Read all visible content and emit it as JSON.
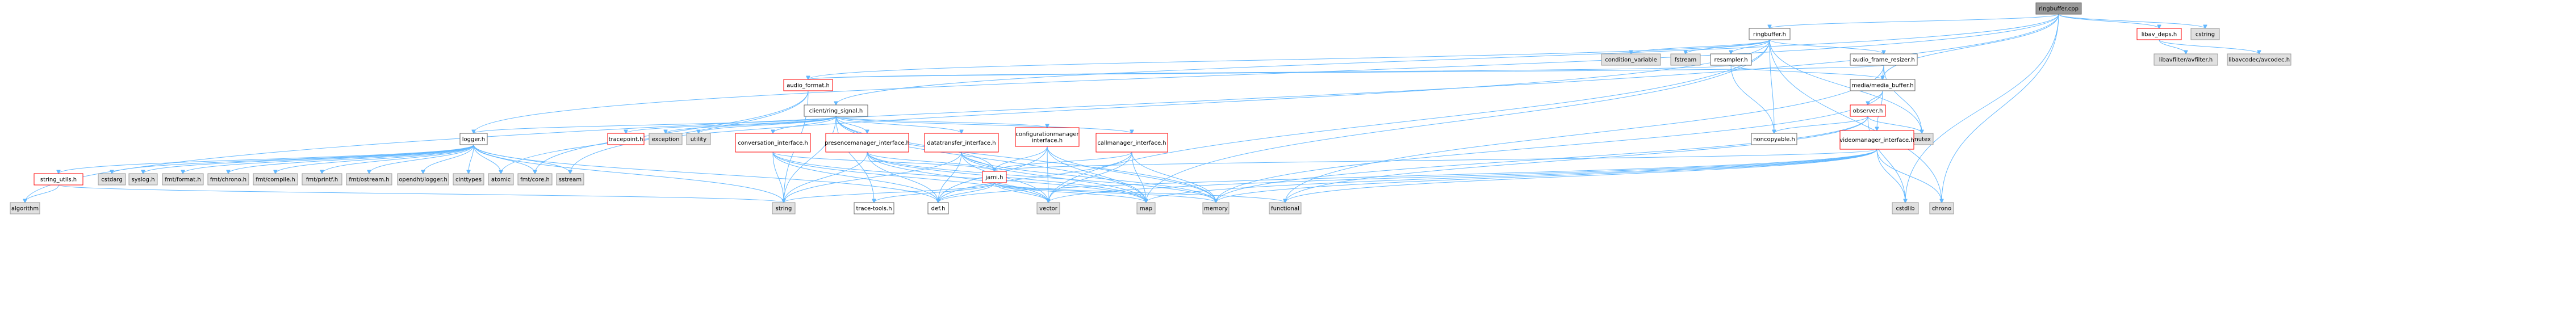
{
  "title": "ringbuffer.cpp",
  "colors": {
    "root_fill": "#999999",
    "root_stroke": "#666666",
    "doc_fill": "#ffffff",
    "doc_stroke": "#666666",
    "ext_fill": "#e0e0e0",
    "ext_stroke": "#999999",
    "red_stroke": "#ff0000",
    "edge_color": "#63b8ff",
    "edge_head": "#63b8ff",
    "background": "#ffffff"
  },
  "nodes": [
    {
      "id": "n_root",
      "label": "ringbuffer.cpp",
      "kind": "root"
    },
    {
      "id": "n_ringbuffer_h",
      "label": "ringbuffer.h",
      "kind": "doc"
    },
    {
      "id": "n_libav_deps_h",
      "label": "libav_deps.h",
      "kind": "red"
    },
    {
      "id": "n_cstring",
      "label": "cstring",
      "kind": "ext"
    },
    {
      "id": "n_libavfilter",
      "label": "libavfilter/avfilter.h",
      "kind": "ext"
    },
    {
      "id": "n_libavcodec",
      "label": "libavcodec/avcodec.h",
      "kind": "ext"
    },
    {
      "id": "n_condition_variable",
      "label": "condition_variable",
      "kind": "ext"
    },
    {
      "id": "n_fstream",
      "label": "fstream",
      "kind": "ext"
    },
    {
      "id": "n_resampler_h",
      "label": "resampler.h",
      "kind": "doc"
    },
    {
      "id": "n_audio_frame_resizer_h",
      "label": "audio_frame_resizer.h",
      "kind": "doc"
    },
    {
      "id": "n_audio_format_h",
      "label": "audio_format.h",
      "kind": "red"
    },
    {
      "id": "n_media_buffer_h",
      "label": "media/media_buffer.h",
      "kind": "doc"
    },
    {
      "id": "n_client_ring_signal_h",
      "label": "client/ring_signal.h",
      "kind": "doc"
    },
    {
      "id": "n_observer_h",
      "label": "observer.h",
      "kind": "red"
    },
    {
      "id": "n_noncopyable_h",
      "label": "noncopyable.h",
      "kind": "doc"
    },
    {
      "id": "n_mutex",
      "label": "mutex",
      "kind": "ext"
    },
    {
      "id": "n_videomanager_interface_h",
      "label": "videomanager_interface.h",
      "kind": "red"
    },
    {
      "id": "n_logger_h",
      "label": "logger.h",
      "kind": "doc"
    },
    {
      "id": "n_tracepoint_h",
      "label": "tracepoint.h",
      "kind": "red"
    },
    {
      "id": "n_exception",
      "label": "exception",
      "kind": "ext"
    },
    {
      "id": "n_utility",
      "label": "utility",
      "kind": "ext"
    },
    {
      "id": "n_conversation_interface_h",
      "label": "conversation_interface.h",
      "kind": "red"
    },
    {
      "id": "n_presencemanager_interface_h",
      "label": "presencemanager_interface.h",
      "kind": "red"
    },
    {
      "id": "n_datatransfer_interface_h",
      "label": "datatransfer_interface.h",
      "kind": "red"
    },
    {
      "id": "n_configurationmanager_interface_h",
      "label": "configurationmanager\ninterface.h",
      "kind": "red"
    },
    {
      "id": "n_callmanager_interface_h",
      "label": "callmanager_interface.h",
      "kind": "red"
    },
    {
      "id": "n_jami_h",
      "label": "jami.h",
      "kind": "red"
    },
    {
      "id": "n_string_utils_h",
      "label": "string_utils.h",
      "kind": "red"
    },
    {
      "id": "n_cstdarg",
      "label": "cstdarg",
      "kind": "ext"
    },
    {
      "id": "n_syslog_h",
      "label": "syslog.h",
      "kind": "ext"
    },
    {
      "id": "n_fmt_format_h",
      "label": "fmt/format.h",
      "kind": "ext"
    },
    {
      "id": "n_fmt_chrono_h",
      "label": "fmt/chrono.h",
      "kind": "ext"
    },
    {
      "id": "n_fmt_compile_h",
      "label": "fmt/compile.h",
      "kind": "ext"
    },
    {
      "id": "n_fmt_printf_h",
      "label": "fmt/printf.h",
      "kind": "ext"
    },
    {
      "id": "n_fmt_ostream_h",
      "label": "fmt/ostream.h",
      "kind": "ext"
    },
    {
      "id": "n_opendht_logger_h",
      "label": "opendht/logger.h",
      "kind": "ext"
    },
    {
      "id": "n_cinttypes",
      "label": "cinttypes",
      "kind": "ext"
    },
    {
      "id": "n_atomic",
      "label": "atomic",
      "kind": "ext"
    },
    {
      "id": "n_fmt_core_h",
      "label": "fmt/core.h",
      "kind": "ext"
    },
    {
      "id": "n_sstream",
      "label": "sstream",
      "kind": "ext"
    },
    {
      "id": "n_algorithm",
      "label": "algorithm",
      "kind": "ext"
    },
    {
      "id": "n_string",
      "label": "string",
      "kind": "ext"
    },
    {
      "id": "n_trace_tools_h",
      "label": "trace-tools.h",
      "kind": "doc"
    },
    {
      "id": "n_def_h",
      "label": "def.h",
      "kind": "doc"
    },
    {
      "id": "n_vector",
      "label": "vector",
      "kind": "ext"
    },
    {
      "id": "n_map",
      "label": "map",
      "kind": "ext"
    },
    {
      "id": "n_memory",
      "label": "memory",
      "kind": "ext"
    },
    {
      "id": "n_functional",
      "label": "functional",
      "kind": "ext"
    },
    {
      "id": "n_cstdlib",
      "label": "cstdlib",
      "kind": "ext"
    },
    {
      "id": "n_chrono",
      "label": "chrono",
      "kind": "ext"
    }
  ],
  "edges": [
    [
      "n_root",
      "n_ringbuffer_h"
    ],
    [
      "n_root",
      "n_logger_h"
    ],
    [
      "n_root",
      "n_client_ring_signal_h"
    ],
    [
      "n_root",
      "n_media_buffer_h"
    ],
    [
      "n_root",
      "n_libav_deps_h"
    ],
    [
      "n_root",
      "n_cstring"
    ],
    [
      "n_root",
      "n_algorithm"
    ],
    [
      "n_root",
      "n_chrono"
    ],
    [
      "n_root",
      "n_cstdlib"
    ],
    [
      "n_libav_deps_h",
      "n_libavfilter"
    ],
    [
      "n_libav_deps_h",
      "n_libavcodec"
    ],
    [
      "n_ringbuffer_h",
      "n_audio_format_h"
    ],
    [
      "n_ringbuffer_h",
      "n_noncopyable_h"
    ],
    [
      "n_ringbuffer_h",
      "n_audio_frame_resizer_h"
    ],
    [
      "n_ringbuffer_h",
      "n_resampler_h"
    ],
    [
      "n_ringbuffer_h",
      "n_condition_variable"
    ],
    [
      "n_ringbuffer_h",
      "n_mutex"
    ],
    [
      "n_ringbuffer_h",
      "n_chrono"
    ],
    [
      "n_ringbuffer_h",
      "n_map"
    ],
    [
      "n_ringbuffer_h",
      "n_vector"
    ],
    [
      "n_ringbuffer_h",
      "n_fstream"
    ],
    [
      "n_ringbuffer_h",
      "n_atomic"
    ],
    [
      "n_resampler_h",
      "n_audio_format_h"
    ],
    [
      "n_resampler_h",
      "n_media_buffer_h"
    ],
    [
      "n_resampler_h",
      "n_noncopyable_h"
    ],
    [
      "n_audio_frame_resizer_h",
      "n_audio_format_h"
    ],
    [
      "n_audio_frame_resizer_h",
      "n_media_buffer_h"
    ],
    [
      "n_audio_frame_resizer_h",
      "n_mutex"
    ],
    [
      "n_audio_frame_resizer_h",
      "n_functional"
    ],
    [
      "n_audio_format_h",
      "n_fmt_core_h"
    ],
    [
      "n_audio_format_h",
      "n_sstream"
    ],
    [
      "n_audio_format_h",
      "n_string"
    ],
    [
      "n_media_buffer_h",
      "n_observer_h"
    ],
    [
      "n_media_buffer_h",
      "n_videomanager_interface_h"
    ],
    [
      "n_media_buffer_h",
      "n_memory"
    ],
    [
      "n_observer_h",
      "n_noncopyable_h"
    ],
    [
      "n_observer_h",
      "n_mutex"
    ],
    [
      "n_observer_h",
      "n_memory"
    ],
    [
      "n_observer_h",
      "n_functional"
    ],
    [
      "n_observer_h",
      "n_cstdlib"
    ],
    [
      "n_videomanager_interface_h",
      "n_jami_h"
    ],
    [
      "n_videomanager_interface_h",
      "n_def_h"
    ],
    [
      "n_videomanager_interface_h",
      "n_vector"
    ],
    [
      "n_videomanager_interface_h",
      "n_map"
    ],
    [
      "n_videomanager_interface_h",
      "n_memory"
    ],
    [
      "n_videomanager_interface_h",
      "n_functional"
    ],
    [
      "n_videomanager_interface_h",
      "n_cstdlib"
    ],
    [
      "n_videomanager_interface_h",
      "n_chrono"
    ],
    [
      "n_client_ring_signal_h",
      "n_logger_h"
    ],
    [
      "n_client_ring_signal_h",
      "n_tracepoint_h"
    ],
    [
      "n_client_ring_signal_h",
      "n_exception"
    ],
    [
      "n_client_ring_signal_h",
      "n_utility"
    ],
    [
      "n_client_ring_signal_h",
      "n_conversation_interface_h"
    ],
    [
      "n_client_ring_signal_h",
      "n_presencemanager_interface_h"
    ],
    [
      "n_client_ring_signal_h",
      "n_datatransfer_interface_h"
    ],
    [
      "n_client_ring_signal_h",
      "n_configurationmanager_interface_h"
    ],
    [
      "n_client_ring_signal_h",
      "n_callmanager_interface_h"
    ],
    [
      "n_client_ring_signal_h",
      "n_jami_h"
    ],
    [
      "n_client_ring_signal_h",
      "n_trace_tools_h"
    ],
    [
      "n_client_ring_signal_h",
      "n_map"
    ],
    [
      "n_client_ring_signal_h",
      "n_memory"
    ],
    [
      "n_client_ring_signal_h",
      "n_string"
    ],
    [
      "n_logger_h",
      "n_string_utils_h"
    ],
    [
      "n_logger_h",
      "n_cstdarg"
    ],
    [
      "n_logger_h",
      "n_syslog_h"
    ],
    [
      "n_logger_h",
      "n_fmt_format_h"
    ],
    [
      "n_logger_h",
      "n_fmt_chrono_h"
    ],
    [
      "n_logger_h",
      "n_fmt_compile_h"
    ],
    [
      "n_logger_h",
      "n_fmt_printf_h"
    ],
    [
      "n_logger_h",
      "n_fmt_ostream_h"
    ],
    [
      "n_logger_h",
      "n_opendht_logger_h"
    ],
    [
      "n_logger_h",
      "n_cinttypes"
    ],
    [
      "n_logger_h",
      "n_atomic"
    ],
    [
      "n_logger_h",
      "n_fmt_core_h"
    ],
    [
      "n_logger_h",
      "n_sstream"
    ],
    [
      "n_logger_h",
      "n_string"
    ],
    [
      "n_logger_h",
      "n_def_h"
    ],
    [
      "n_string_utils_h",
      "n_algorithm"
    ],
    [
      "n_string_utils_h",
      "n_string"
    ],
    [
      "n_conversation_interface_h",
      "n_jami_h"
    ],
    [
      "n_conversation_interface_h",
      "n_def_h"
    ],
    [
      "n_conversation_interface_h",
      "n_string"
    ],
    [
      "n_conversation_interface_h",
      "n_vector"
    ],
    [
      "n_conversation_interface_h",
      "n_map"
    ],
    [
      "n_presencemanager_interface_h",
      "n_jami_h"
    ],
    [
      "n_presencemanager_interface_h",
      "n_def_h"
    ],
    [
      "n_presencemanager_interface_h",
      "n_string"
    ],
    [
      "n_presencemanager_interface_h",
      "n_vector"
    ],
    [
      "n_presencemanager_interface_h",
      "n_map"
    ],
    [
      "n_presencemanager_interface_h",
      "n_memory"
    ],
    [
      "n_datatransfer_interface_h",
      "n_jami_h"
    ],
    [
      "n_datatransfer_interface_h",
      "n_def_h"
    ],
    [
      "n_datatransfer_interface_h",
      "n_string"
    ],
    [
      "n_datatransfer_interface_h",
      "n_vector"
    ],
    [
      "n_datatransfer_interface_h",
      "n_map"
    ],
    [
      "n_datatransfer_interface_h",
      "n_memory"
    ],
    [
      "n_configurationmanager_interface_h",
      "n_jami_h"
    ],
    [
      "n_configurationmanager_interface_h",
      "n_def_h"
    ],
    [
      "n_configurationmanager_interface_h",
      "n_vector"
    ],
    [
      "n_configurationmanager_interface_h",
      "n_map"
    ],
    [
      "n_configurationmanager_interface_h",
      "n_memory"
    ],
    [
      "n_callmanager_interface_h",
      "n_jami_h"
    ],
    [
      "n_callmanager_interface_h",
      "n_def_h"
    ],
    [
      "n_callmanager_interface_h",
      "n_vector"
    ],
    [
      "n_callmanager_interface_h",
      "n_map"
    ],
    [
      "n_callmanager_interface_h",
      "n_memory"
    ],
    [
      "n_jami_h",
      "n_trace_tools_h"
    ],
    [
      "n_jami_h",
      "n_def_h"
    ],
    [
      "n_jami_h",
      "n_string"
    ],
    [
      "n_jami_h",
      "n_vector"
    ],
    [
      "n_jami_h",
      "n_map"
    ],
    [
      "n_jami_h",
      "n_memory"
    ],
    [
      "n_jami_h",
      "n_functional"
    ]
  ]
}
